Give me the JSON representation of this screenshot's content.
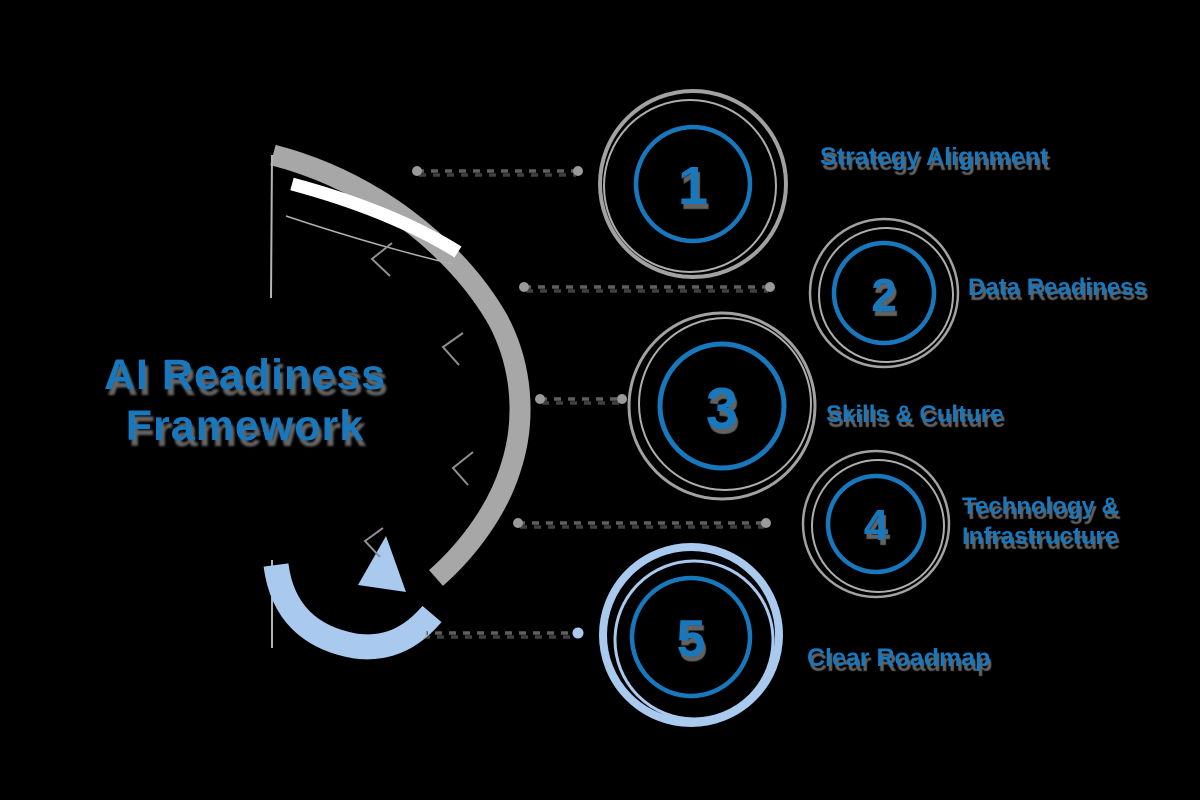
{
  "title": {
    "line1": "AI Readiness",
    "line2": "Framework"
  },
  "steps": [
    {
      "number": "1",
      "label": "Strategy Alignment"
    },
    {
      "number": "2",
      "label": "Data Readiness"
    },
    {
      "number": "3",
      "label": "Skills & Culture"
    },
    {
      "number": "4",
      "label": "Technology & Infrastructure"
    },
    {
      "number": "5",
      "label": "Clear Roadmap"
    }
  ],
  "colors": {
    "accent_blue": "#1878be",
    "light_blue": "#a9c9ef",
    "sketch_grey": "#a7a7a7",
    "dash_grey": "#5f5f5f",
    "background": "#000000"
  }
}
